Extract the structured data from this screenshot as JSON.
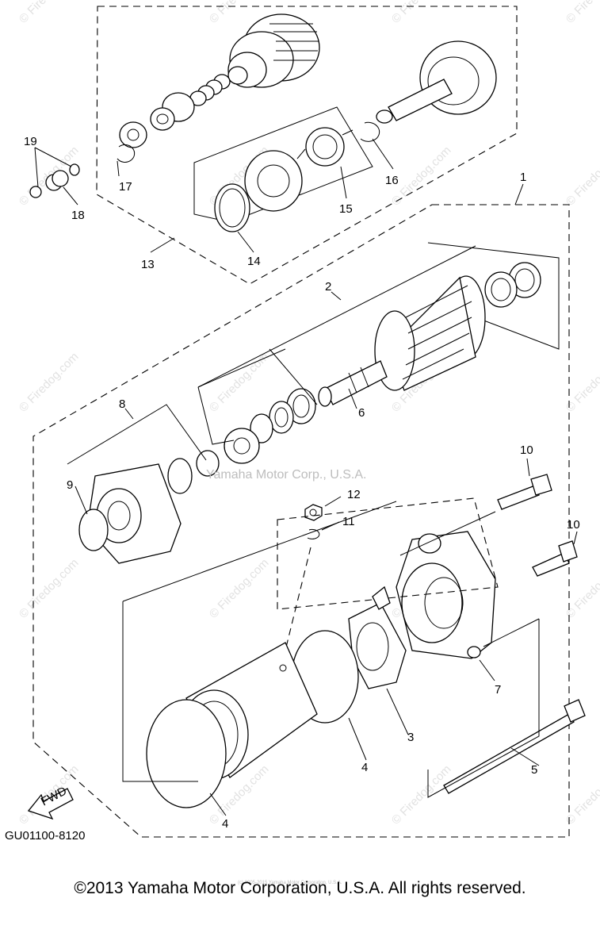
{
  "diagram": {
    "diagram_code": "GU01100-8120",
    "fwd_label": "FWD",
    "center_watermark": "Yamaha Motor Corp., U.S.A.",
    "watermark_text": "© Firedog.com",
    "footer_copyright": "©2013 Yamaha Motor Corporation, U.S.A. All rights reserved.",
    "footer_small": "(c) 2005-2015 Yamaha Motor Corporation, U.S.A.",
    "callouts": [
      "1",
      "2",
      "3",
      "4",
      "4",
      "5",
      "6",
      "7",
      "8",
      "9",
      "10",
      "10",
      "11",
      "12",
      "13",
      "14",
      "15",
      "16",
      "17",
      "18",
      "19"
    ]
  }
}
